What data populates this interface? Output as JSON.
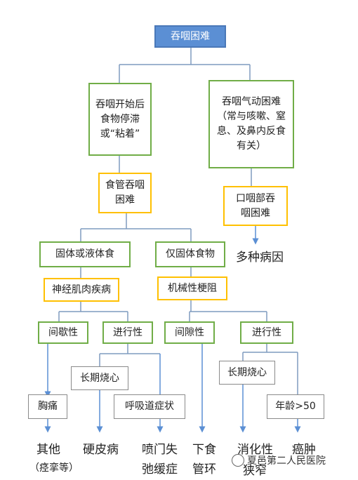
{
  "nodes": {
    "root": "吞咽困难",
    "left_l1": "吞咽开始后食物停滞或“粘着”",
    "right_l1": "吞咽气动困难（常与咳嗽、窒息、及鼻内反食有关）",
    "left_l2": "食管吞咽困难",
    "right_l2": "口咽部吞咽困难",
    "right_result": "多种病因",
    "solid_liquid": "固体或液体食",
    "solid_only": "仅固体食物",
    "neuromuscular": "神经肌肉疾病",
    "mechanical": "机械性梗阻",
    "intermittent_a": "间歇性",
    "progressive_a": "进行性",
    "intermittent_b": "间隙性",
    "progressive_b": "进行性",
    "heartburn_a": "长期烧心",
    "heartburn_b": "长期烧心",
    "chest_pain": "胸痛",
    "resp_symptoms": "呼吸道症状",
    "age": "年龄>50"
  },
  "outcomes": {
    "other_line1": "其他",
    "other_line2": "（痉挛等）",
    "scleroderma": "硬皮病",
    "achalasia_line1": "喷门失",
    "achalasia_line2": "弛缓症",
    "lower_ring_line1": "下食",
    "lower_ring_line2": "管环",
    "peptic_line1": "消化性",
    "peptic_line2": "狭窄",
    "cancer": "癌肿"
  },
  "watermark": "夏邑第二人民医院",
  "colors": {
    "blue_fill": "#5b8fd4",
    "green_border": "#70ad47",
    "yellow_border": "#ffc000",
    "arrow": "#5b8fd4",
    "line": "#7f9bbf"
  }
}
